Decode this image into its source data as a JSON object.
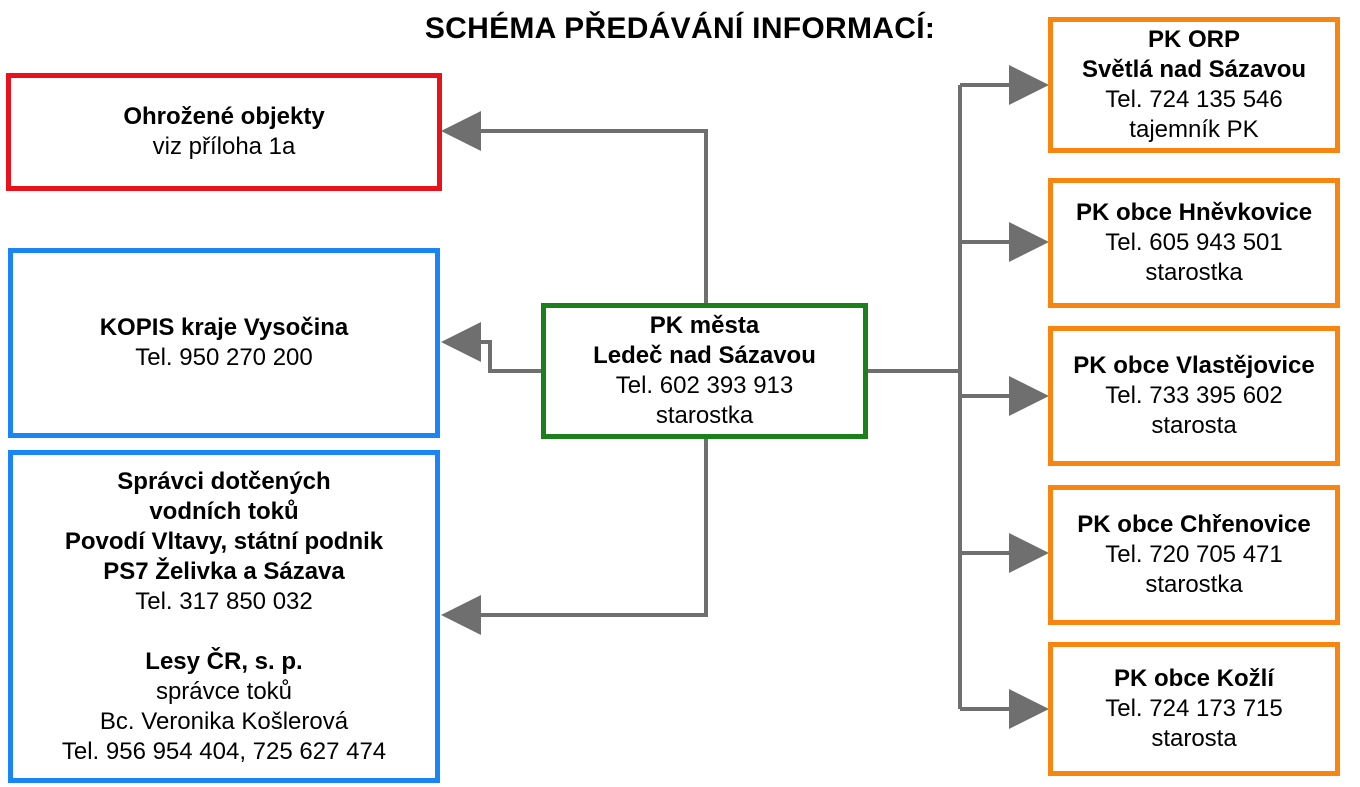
{
  "title": "SCHÉMA PŘEDÁVÁNÍ INFORMACÍ:",
  "colors": {
    "threatened": "#e8111c",
    "authorities": "#1a86f5",
    "center": "#1b7f1b",
    "municipalities": "#f7850f",
    "connector": "#6f6f6f"
  },
  "center": {
    "name1": "PK města",
    "name2": "Ledeč nad Sázavou",
    "phone": "Tel. 602 393 913",
    "role": "starostka"
  },
  "left": {
    "threatened": {
      "name": "Ohrožené objekty",
      "note": "viz příloha 1a"
    },
    "kopis": {
      "name": "KOPIS kraje Vysočina",
      "phone": "Tel. 950 270 200"
    },
    "water": {
      "line1": "Správci dotčených",
      "line2": "vodních toků",
      "line3": "Povodí Vltavy, státní podnik",
      "line4": "PS7 Želivka a Sázava",
      "phone1": "Tel. 317 850 032",
      "org2": "Lesy ČR, s. p.",
      "role2": "správce toků",
      "person2": "Bc. Veronika Košlerová",
      "phone2": "Tel. 956 954 404, 725 627 474"
    }
  },
  "right": [
    {
      "name1": "PK ORP",
      "name2": "Světlá nad Sázavou",
      "phone": "Tel. 724 135 546",
      "role": "tajemník PK"
    },
    {
      "name1": "PK obce Hněvkovice",
      "phone": "Tel. 605 943 501",
      "role": "starostka"
    },
    {
      "name1": "PK obce Vlastějovice",
      "phone": "Tel. 733 395 602",
      "role": "starosta"
    },
    {
      "name1": "PK obce Chřenovice",
      "phone": "Tel. 720 705 471",
      "role": "starostka"
    },
    {
      "name1": "PK obce Kožlí",
      "phone": "Tel. 724 173 715",
      "role": "starosta"
    }
  ]
}
